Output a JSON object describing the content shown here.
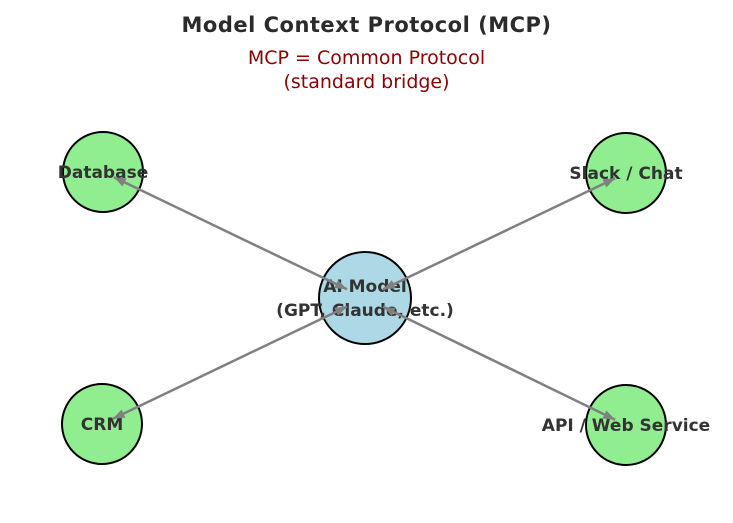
{
  "title": "Model Context Protocol (MCP)",
  "subtitle": {
    "line1": "MCP = Common Protocol",
    "line2": "(standard bridge)"
  },
  "colors": {
    "background": "#ffffff",
    "title_text": "#2b2b2b",
    "subtitle_text": "#8b0000",
    "node_green": "#90ee90",
    "node_blue": "#add8e6",
    "node_border": "#000000",
    "label_text": "#333333",
    "arrow": "#808080"
  },
  "nodes": {
    "database": {
      "label": "Database"
    },
    "slack": {
      "label": "Slack / Chat"
    },
    "crm": {
      "label": "CRM"
    },
    "api": {
      "label": "API / Web Service"
    },
    "center": {
      "label_line1": "AI Model",
      "label_line2": "(GPT, Claude, etc.)"
    }
  },
  "edges": [
    {
      "from": "center",
      "to": "database",
      "bidirectional": true
    },
    {
      "from": "center",
      "to": "slack",
      "bidirectional": true
    },
    {
      "from": "center",
      "to": "crm",
      "bidirectional": true
    },
    {
      "from": "center",
      "to": "api",
      "bidirectional": true
    }
  ]
}
